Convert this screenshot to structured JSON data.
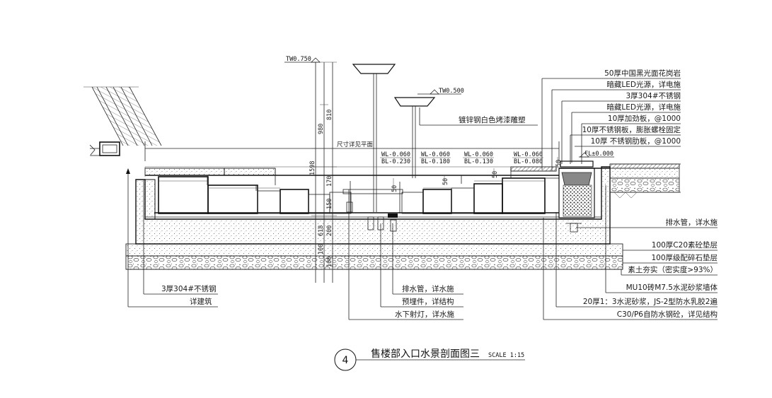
{
  "title": {
    "number": "4",
    "name": "售楼部入口水景剖面图三",
    "scale": "SCALE 1:15"
  },
  "levels": {
    "tw_top": "TW0.750",
    "tw_mid": "TW0.500",
    "fl": "FL±0.000",
    "pools": [
      {
        "wl": "WL-0.060",
        "bl": "BL-0.230"
      },
      {
        "wl": "WL-0.060",
        "bl": "BL-0.180"
      },
      {
        "wl": "WL-0.060",
        "bl": "BL-0.130"
      },
      {
        "wl": "WL-0.060",
        "bl": "BL-0.080"
      }
    ]
  },
  "dimensions": {
    "d1598": "1598",
    "d980": "980",
    "d810": "810",
    "d170": "170",
    "d618": "618",
    "d200": "200",
    "d100a": "100",
    "d100b": "100",
    "d50a": "50",
    "d50b": "50",
    "d50c": "50",
    "d50d": "50",
    "d150": "150"
  },
  "notes": {
    "size_ref": "尺寸详见平面",
    "sculpture": "镀锌钢白色烤漆雕塑"
  },
  "callouts_right_top": [
    "50厚中国黑光面花岗岩",
    "暗藏LED光源，详电施",
    "3厚304#不锈钢",
    "暗藏LED光源，详电施",
    "10厚加劲板，@1000",
    "10厚不锈钢板，膨胀螺栓固定",
    "10厚 不锈钢肋板，@1000"
  ],
  "callouts_right_bottom": [
    "排水管，详水施",
    "100厚C20素砼垫层",
    "100厚级配碎石垫层",
    "素土夯实（密实度>93%）",
    "MU10砖M7.5水泥砂浆墙体",
    "20厚1：3水泥砂浆，JS-2型防水乳胶2遍",
    "C30/P6自防水钢砼，详见结构"
  ],
  "callouts_left_bottom": [
    "3厚304#不锈钢",
    "详建筑"
  ],
  "callouts_center_bottom": [
    "排水管，详水施",
    "预埋件，详结构",
    "水下射灯，详水施"
  ]
}
